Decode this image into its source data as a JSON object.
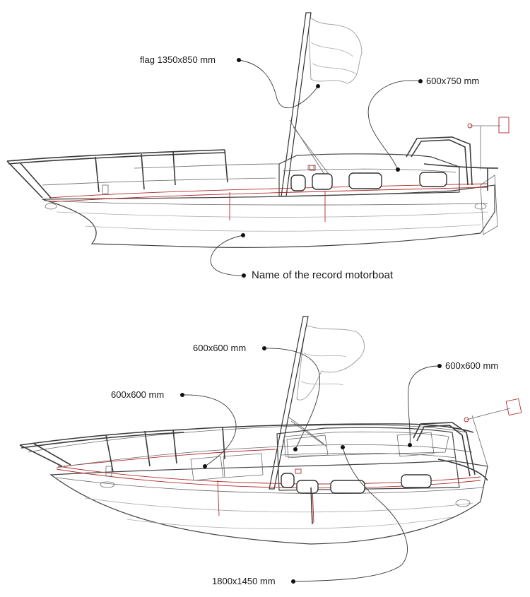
{
  "labels": {
    "flag": "flag 1350x850 mm",
    "top_cabin": "600x750 mm",
    "name": "Name of the record motorboat",
    "mast_deck": "600x600 mm",
    "bow_hatch": "600x600 mm",
    "stern_hatch": "600x600 mm",
    "cabin_roof": "1800x1450 mm"
  }
}
